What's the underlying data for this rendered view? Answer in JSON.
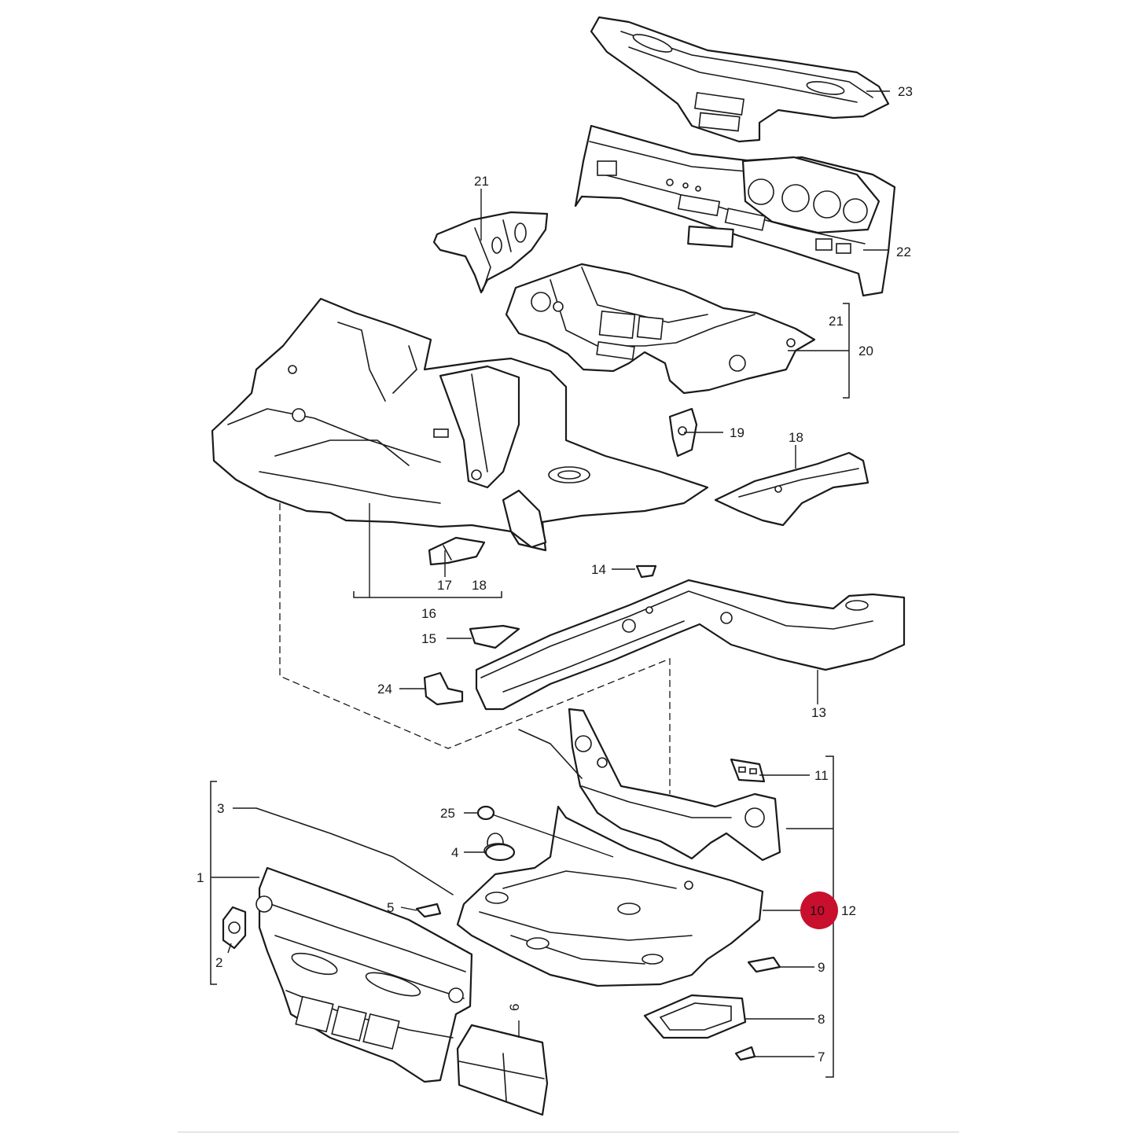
{
  "diagram": {
    "highlight_color": "#c8102e",
    "callouts": {
      "c1": "1",
      "c2": "2",
      "c3": "3",
      "c4": "4",
      "c5": "5",
      "c6": "6",
      "c7": "7",
      "c8": "8",
      "c9": "9",
      "c10": "10",
      "c11": "11",
      "c12": "12",
      "c13": "13",
      "c14": "14",
      "c15": "15",
      "c16": "16",
      "c17": "17",
      "c18a": "18",
      "c18b": "18",
      "c19": "19",
      "c20": "20",
      "c21a": "21",
      "c21b": "21",
      "c22": "22",
      "c23": "23",
      "c24": "24",
      "c25": "25"
    }
  }
}
